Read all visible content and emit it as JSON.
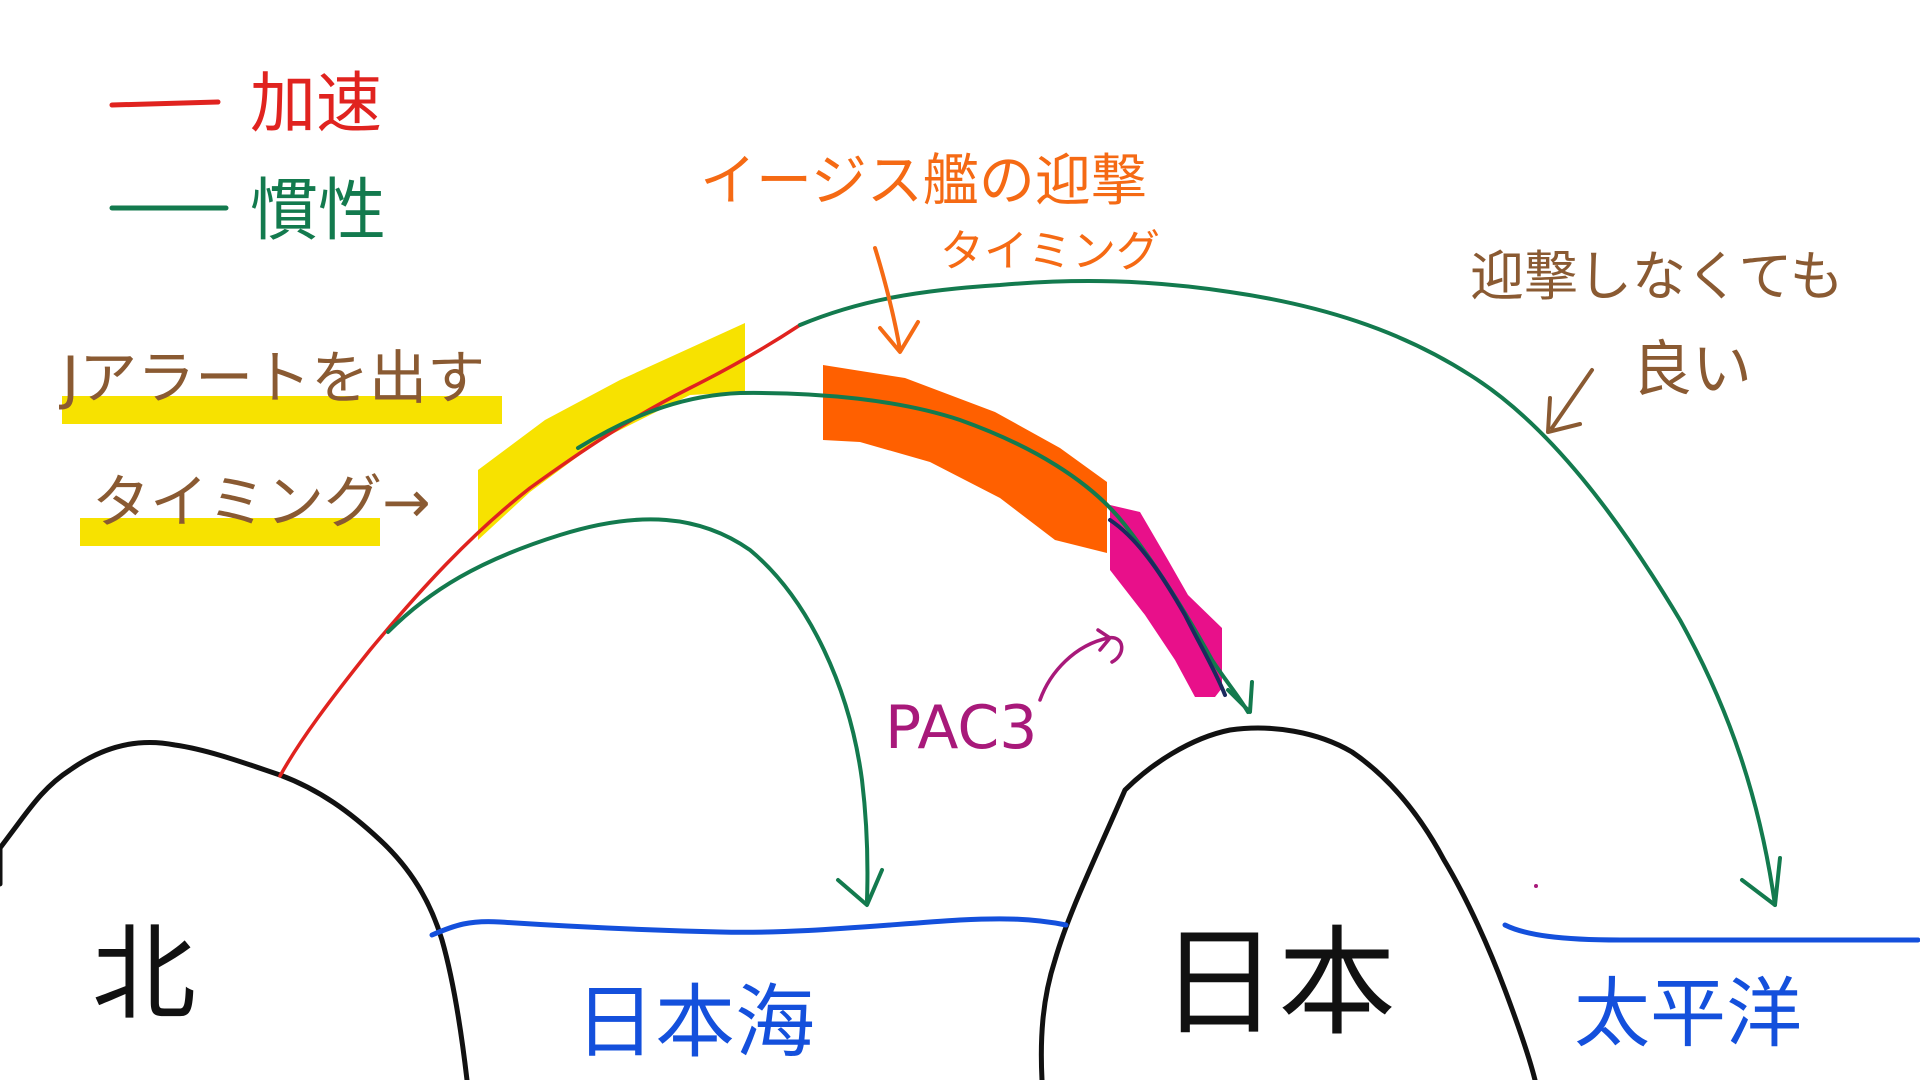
{
  "legend": {
    "accel_label": "加速",
    "inertia_label": "慣性"
  },
  "annotations": {
    "jalert_line1": "Jアラートを出す",
    "jalert_line2": "タイミング→",
    "aegis_line1": "イージス艦の迎撃",
    "aegis_line2": "タイミング",
    "no_intercept_line1": "迎撃しなくても",
    "no_intercept_line2": "良い",
    "pac3": "PAC3"
  },
  "places": {
    "north": "北",
    "japan": "日本",
    "sea_of_japan": "日本海",
    "pacific": "太平洋"
  },
  "colors": {
    "acceleration": "#e0231f",
    "inertia": "#137a4e",
    "highlight_yellow": "#f7e200",
    "aegis_orange": "#ff6000",
    "pac3_magenta": "#e8108a",
    "annotation_brown": "#8a5a32",
    "label_orange": "#f56a14",
    "label_purple": "#a8197a",
    "sea_blue": "#1450dc",
    "outline_black": "#111111"
  }
}
